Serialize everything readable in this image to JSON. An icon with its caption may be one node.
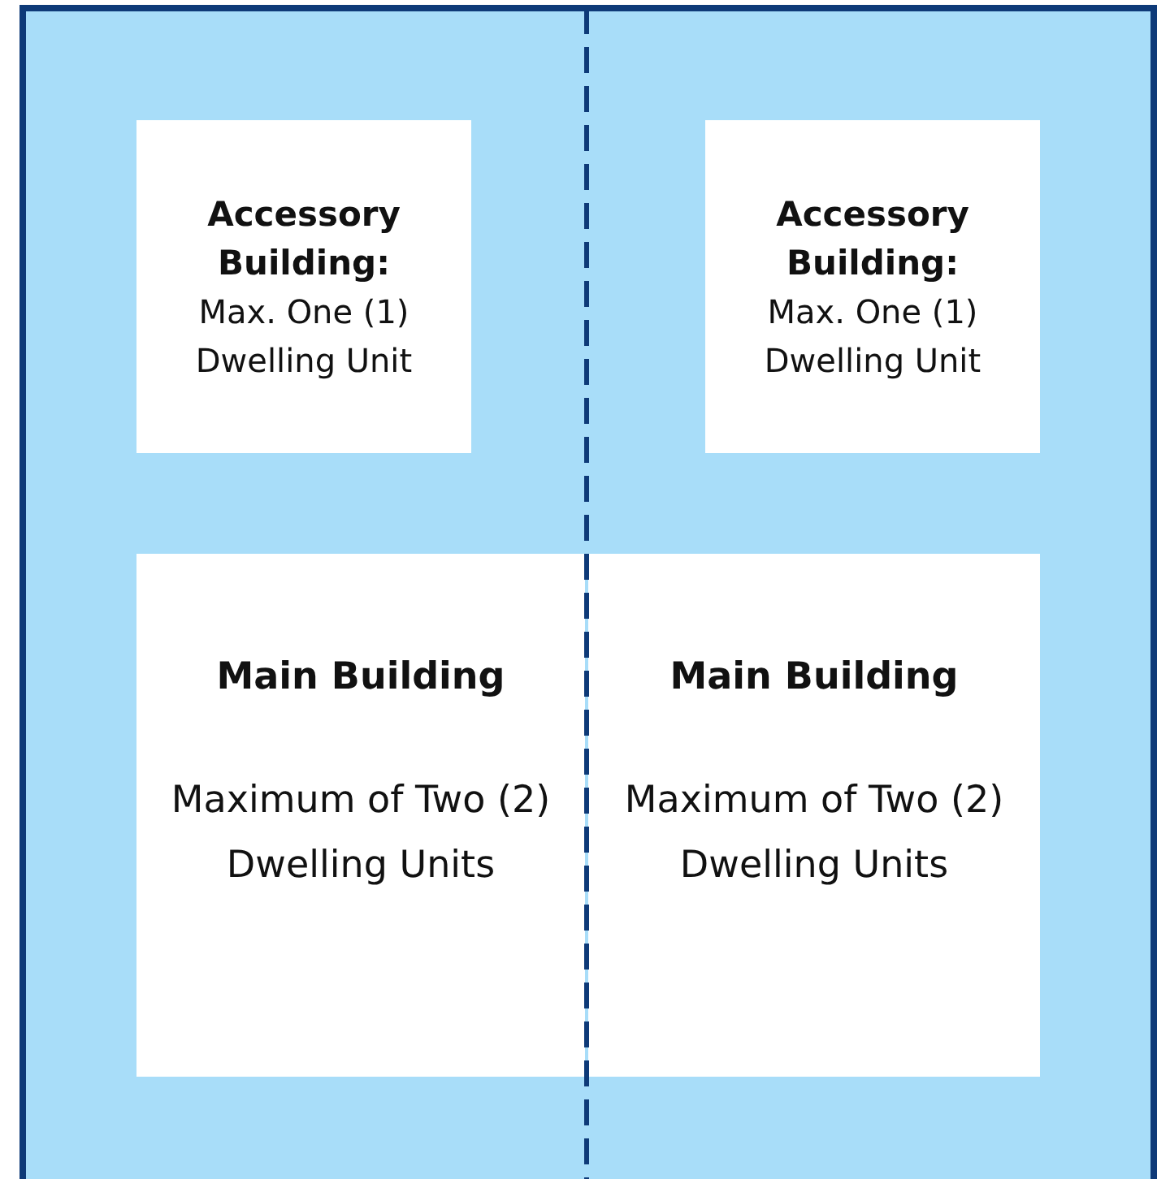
{
  "diagram": {
    "nodes": [
      {
        "text": [
          "Accessory Building:",
          "Max. One (1) Dwelling Unit"
        ]
      },
      {
        "text": [
          "Accessory Building:",
          "Max. One (1) Dwelling Unit"
        ]
      },
      {
        "text": [
          "Main Building",
          "Maximum of Two (2) Dwelling Units"
        ]
      },
      {
        "text": [
          "Main Building",
          "Maximum of Two (2) Dwelling Units"
        ]
      }
    ]
  }
}
